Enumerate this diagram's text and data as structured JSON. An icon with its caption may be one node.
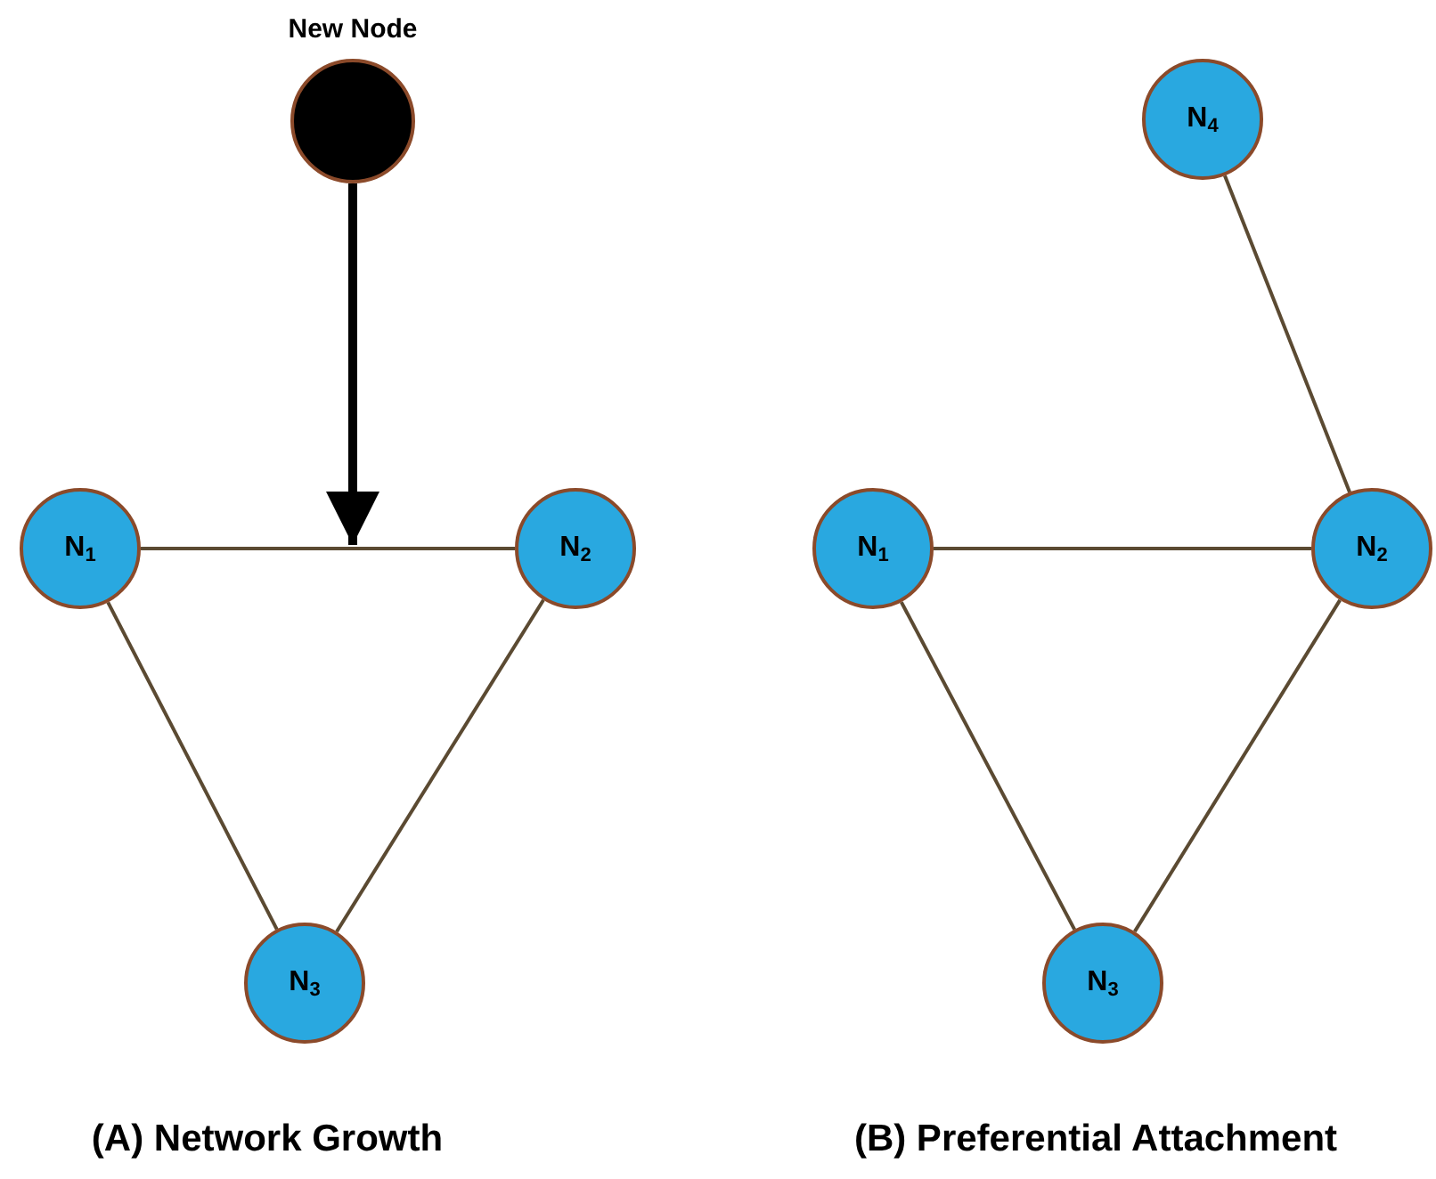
{
  "diagram": {
    "nodes": [
      {
        "text": [
          "New Node"
        ]
      },
      {
        "text": [
          "N$_{1}$"
        ]
      },
      {
        "text": [
          "N$_{2}$"
        ]
      },
      {
        "text": [
          "N$_{3}$"
        ]
      },
      {
        "text": [
          "N$_{4}$"
        ]
      },
      {
        "text": [
          "N$_{1}$"
        ]
      },
      {
        "text": [
          "N$_{2}$"
        ]
      },
      {
        "text": [
          "N$_{3}$"
        ]
      }
    ],
    "edges": [
      {
        "from": 0,
        "to": null,
        "arrow": "to",
        "style": "thick",
        "color": "#000000"
      },
      {
        "from": 1,
        "to": 2,
        "arrow": "none"
      },
      {
        "from": 1,
        "to": 3,
        "arrow": "none"
      },
      {
        "from": 2,
        "to": 3,
        "arrow": "none"
      },
      {
        "from": 4,
        "to": 6,
        "arrow": "none"
      },
      {
        "from": 5,
        "to": 6,
        "arrow": "none"
      },
      {
        "from": 5,
        "to": 7,
        "arrow": "none"
      },
      {
        "from": 6,
        "to": 7,
        "arrow": "none"
      }
    ],
    "labels": [
      "(A) Network Growth",
      "(B) Preferential Attachment"
    ]
  }
}
